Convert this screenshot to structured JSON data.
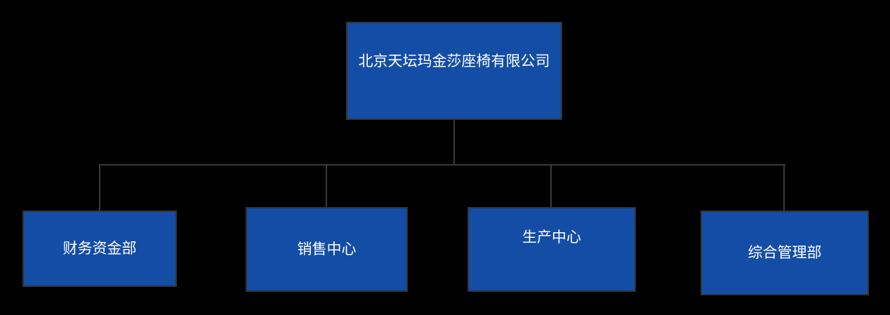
{
  "org_chart": {
    "root": {
      "label": "北京天坛玛金莎座椅有限公司"
    },
    "departments": [
      {
        "label": "财务资金部"
      },
      {
        "label": "销售中心"
      },
      {
        "label": "生产中心"
      },
      {
        "label": "综合管理部"
      }
    ],
    "colors": {
      "background": "#000000",
      "node_fill": "#134da6",
      "node_border": "#333333",
      "node_text": "#ffffff",
      "connector": "#3a3a3a"
    }
  }
}
